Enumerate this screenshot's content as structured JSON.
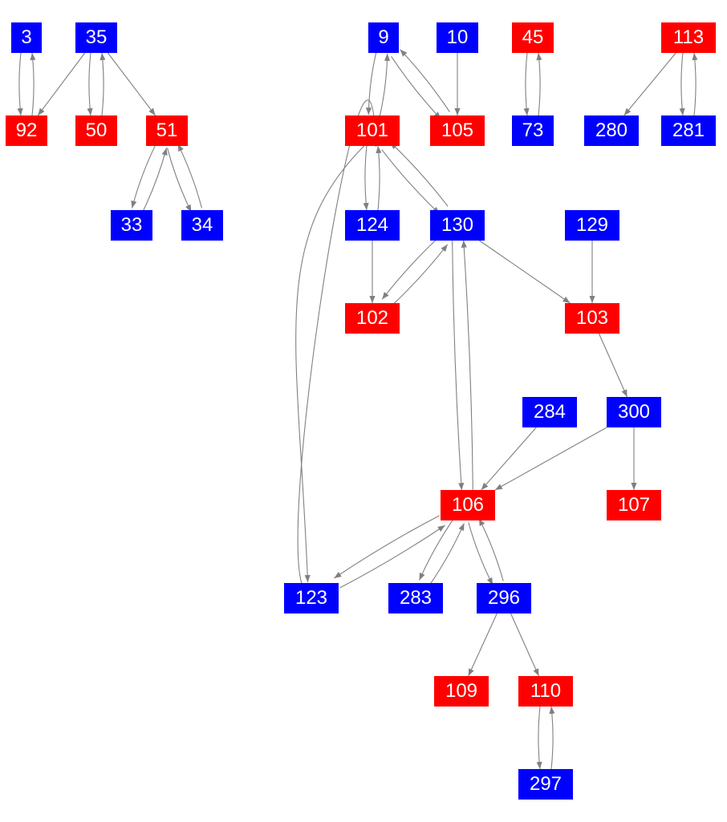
{
  "colors": {
    "blue": "#0000ff",
    "red": "#ff0000",
    "edge": "#808080"
  },
  "nodes": [
    {
      "id": "3",
      "color": "blue"
    },
    {
      "id": "35",
      "color": "blue"
    },
    {
      "id": "92",
      "color": "red"
    },
    {
      "id": "50",
      "color": "red"
    },
    {
      "id": "51",
      "color": "red"
    },
    {
      "id": "33",
      "color": "blue"
    },
    {
      "id": "34",
      "color": "blue"
    },
    {
      "id": "9",
      "color": "blue"
    },
    {
      "id": "10",
      "color": "blue"
    },
    {
      "id": "45",
      "color": "red"
    },
    {
      "id": "113",
      "color": "red"
    },
    {
      "id": "101",
      "color": "red"
    },
    {
      "id": "105",
      "color": "red"
    },
    {
      "id": "73",
      "color": "blue"
    },
    {
      "id": "280",
      "color": "blue"
    },
    {
      "id": "281",
      "color": "blue"
    },
    {
      "id": "124",
      "color": "blue"
    },
    {
      "id": "130",
      "color": "blue"
    },
    {
      "id": "129",
      "color": "blue"
    },
    {
      "id": "102",
      "color": "red"
    },
    {
      "id": "103",
      "color": "red"
    },
    {
      "id": "284",
      "color": "blue"
    },
    {
      "id": "300",
      "color": "blue"
    },
    {
      "id": "106",
      "color": "red"
    },
    {
      "id": "107",
      "color": "red"
    },
    {
      "id": "123",
      "color": "blue"
    },
    {
      "id": "283",
      "color": "blue"
    },
    {
      "id": "296",
      "color": "blue"
    },
    {
      "id": "109",
      "color": "red"
    },
    {
      "id": "110",
      "color": "red"
    },
    {
      "id": "297",
      "color": "blue"
    }
  ],
  "edges": [
    [
      "3",
      "92"
    ],
    [
      "92",
      "3"
    ],
    [
      "35",
      "92"
    ],
    [
      "35",
      "50"
    ],
    [
      "50",
      "35"
    ],
    [
      "35",
      "51"
    ],
    [
      "51",
      "33"
    ],
    [
      "33",
      "51"
    ],
    [
      "51",
      "34"
    ],
    [
      "34",
      "51"
    ],
    [
      "9",
      "101"
    ],
    [
      "101",
      "9"
    ],
    [
      "9",
      "105"
    ],
    [
      "105",
      "9"
    ],
    [
      "10",
      "105"
    ],
    [
      "45",
      "73"
    ],
    [
      "73",
      "45"
    ],
    [
      "113",
      "280"
    ],
    [
      "113",
      "281"
    ],
    [
      "281",
      "113"
    ],
    [
      "101",
      "124"
    ],
    [
      "124",
      "101"
    ],
    [
      "101",
      "130"
    ],
    [
      "130",
      "101"
    ],
    [
      "101",
      "123"
    ],
    [
      "123",
      "101"
    ],
    [
      "124",
      "102"
    ],
    [
      "130",
      "102"
    ],
    [
      "102",
      "130"
    ],
    [
      "130",
      "103"
    ],
    [
      "129",
      "103"
    ],
    [
      "130",
      "106"
    ],
    [
      "106",
      "130"
    ],
    [
      "103",
      "300"
    ],
    [
      "284",
      "106"
    ],
    [
      "300",
      "106"
    ],
    [
      "300",
      "107"
    ],
    [
      "106",
      "123"
    ],
    [
      "123",
      "106"
    ],
    [
      "106",
      "283"
    ],
    [
      "283",
      "106"
    ],
    [
      "106",
      "296"
    ],
    [
      "296",
      "106"
    ],
    [
      "296",
      "109"
    ],
    [
      "296",
      "110"
    ],
    [
      "110",
      "297"
    ],
    [
      "297",
      "110"
    ]
  ]
}
